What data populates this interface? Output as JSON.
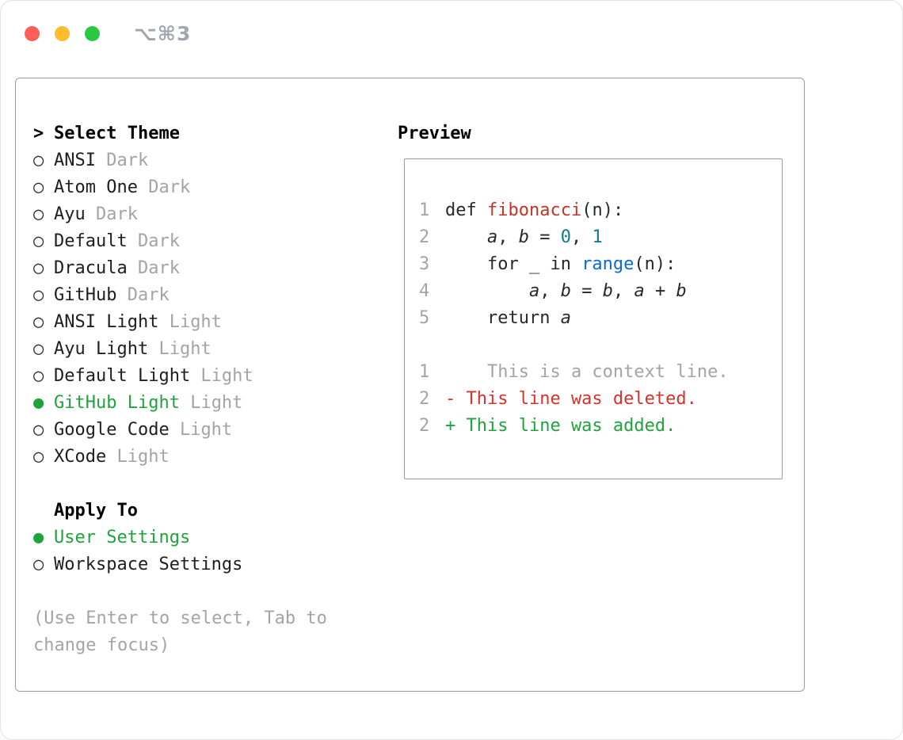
{
  "window": {
    "shortcut_label": "⌥⌘3",
    "traffic_lights": [
      "close",
      "minimize",
      "zoom"
    ]
  },
  "theme_selector": {
    "prompt": ">",
    "title": "Select Theme",
    "items": [
      {
        "name": "ANSI",
        "variant": "Dark",
        "selected": false
      },
      {
        "name": "Atom One",
        "variant": "Dark",
        "selected": false
      },
      {
        "name": "Ayu",
        "variant": "Dark",
        "selected": false
      },
      {
        "name": "Default",
        "variant": "Dark",
        "selected": false
      },
      {
        "name": "Dracula",
        "variant": "Dark",
        "selected": false
      },
      {
        "name": "GitHub",
        "variant": "Dark",
        "selected": false
      },
      {
        "name": "ANSI Light",
        "variant": "Light",
        "selected": false
      },
      {
        "name": "Ayu Light",
        "variant": "Light",
        "selected": false
      },
      {
        "name": "Default Light",
        "variant": "Light",
        "selected": false
      },
      {
        "name": "GitHub Light",
        "variant": "Light",
        "selected": true
      },
      {
        "name": "Google Code",
        "variant": "Light",
        "selected": false
      },
      {
        "name": "XCode",
        "variant": "Light",
        "selected": false
      }
    ]
  },
  "apply_to": {
    "title": "Apply To",
    "options": [
      {
        "label": "User Settings",
        "selected": true
      },
      {
        "label": "Workspace Settings",
        "selected": false
      }
    ]
  },
  "help_text": "(Use Enter to select, Tab to change focus)",
  "preview": {
    "title": "Preview",
    "lines": [
      {
        "num": "1",
        "tokens": [
          [
            "plain",
            "def "
          ],
          [
            "func",
            "fibonacci"
          ],
          [
            "plain",
            "(n):"
          ]
        ]
      },
      {
        "num": "2",
        "tokens": [
          [
            "plain",
            "    "
          ],
          [
            "var",
            "a"
          ],
          [
            "plain",
            ", "
          ],
          [
            "var",
            "b"
          ],
          [
            "plain",
            " = "
          ],
          [
            "number",
            "0"
          ],
          [
            "plain",
            ", "
          ],
          [
            "number",
            "1"
          ]
        ]
      },
      {
        "num": "3",
        "tokens": [
          [
            "plain",
            "    for _ in "
          ],
          [
            "builtin",
            "range"
          ],
          [
            "plain",
            "(n):"
          ]
        ]
      },
      {
        "num": "4",
        "tokens": [
          [
            "plain",
            "        "
          ],
          [
            "var",
            "a"
          ],
          [
            "plain",
            ", "
          ],
          [
            "var",
            "b"
          ],
          [
            "plain",
            " = "
          ],
          [
            "var",
            "b"
          ],
          [
            "plain",
            ", "
          ],
          [
            "var",
            "a"
          ],
          [
            "plain",
            " + "
          ],
          [
            "var",
            "b"
          ]
        ]
      },
      {
        "num": "5",
        "tokens": [
          [
            "plain",
            "    return "
          ],
          [
            "var",
            "a"
          ]
        ]
      },
      {
        "num": "",
        "tokens": []
      },
      {
        "num": "1",
        "tokens": [
          [
            "context",
            "    This is a context line."
          ]
        ]
      },
      {
        "num": "2",
        "tokens": [
          [
            "deleted",
            "- This line was deleted."
          ]
        ]
      },
      {
        "num": "2",
        "tokens": [
          [
            "added",
            "+ This line was added."
          ]
        ]
      }
    ]
  },
  "colors": {
    "accent_green": "#1fa33c",
    "muted_gray": "#a4a4a4",
    "text_dark": "#1b1f23",
    "func_red": "#c13528",
    "number_teal": "#0e7c8c",
    "builtin_blue": "#0969da",
    "deleted_red": "#d5332b",
    "added_green": "#1fa33c",
    "border_gray": "#9c9c9c",
    "traffic_red": "#ff5f57",
    "traffic_yellow": "#febc2e",
    "traffic_green": "#28c840"
  }
}
